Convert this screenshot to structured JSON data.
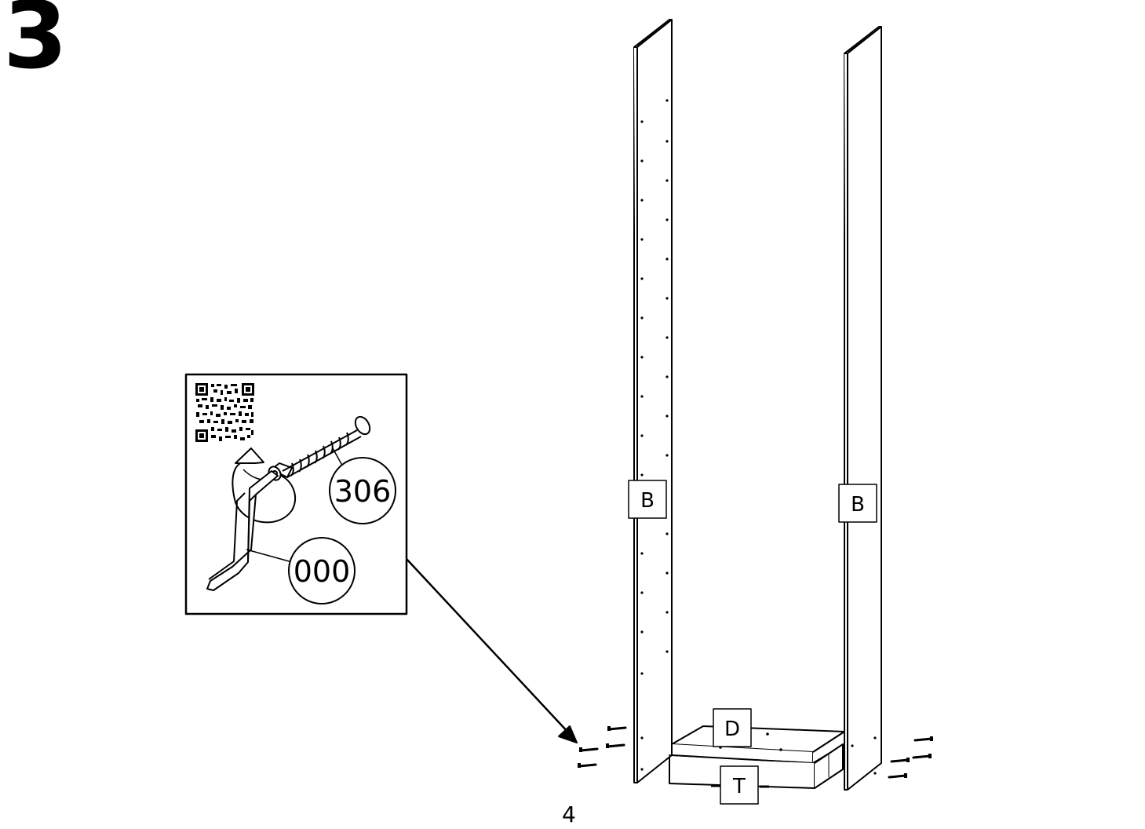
{
  "step": {
    "number": "3"
  },
  "page": {
    "number": "4"
  },
  "parts": {
    "side_panel_left": "B",
    "side_panel_right": "B",
    "bottom_panel": "D",
    "plinth": "T"
  },
  "detail": {
    "screw_part_number": "306",
    "tool_part_number": "000",
    "qr_code_icon": "qr-code-icon",
    "rotate_icon": "rotate-clockwise-icon"
  },
  "colors": {
    "line": "#000000",
    "background": "#ffffff"
  }
}
